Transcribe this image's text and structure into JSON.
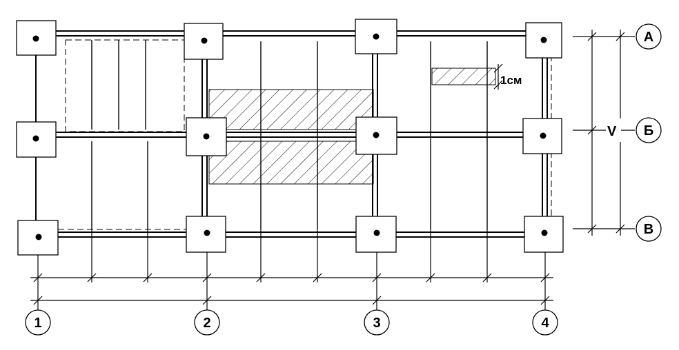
{
  "axes": {
    "rows": [
      "А",
      "Б",
      "В"
    ],
    "columns": [
      "1",
      "2",
      "3",
      "4"
    ]
  },
  "dimension_label": "V",
  "hatch_note": "1см",
  "colors": {
    "line": "#000000",
    "background": "#ffffff"
  }
}
